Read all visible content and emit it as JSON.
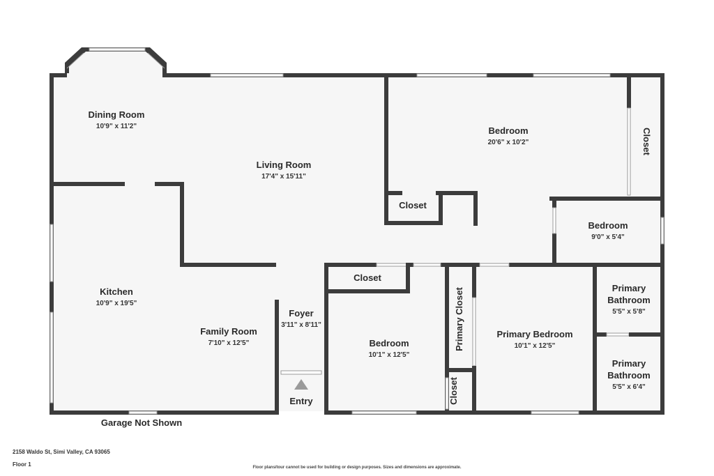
{
  "rooms": {
    "dining": {
      "name": "Dining Room",
      "dims": "10'9\" x 11'2\""
    },
    "living": {
      "name": "Living Room",
      "dims": "17'4\" x 15'11\""
    },
    "bedroom_top": {
      "name": "Bedroom",
      "dims": "20'6\" x 10'2\""
    },
    "closet_right": {
      "name": "Closet"
    },
    "closet_small": {
      "name": "Closet"
    },
    "bedroom_small": {
      "name": "Bedroom",
      "dims": "9'0\" x 5'4\""
    },
    "kitchen": {
      "name": "Kitchen",
      "dims": "10'9\" x 19'5\""
    },
    "family": {
      "name": "Family Room",
      "dims": "7'10\" x 12'5\""
    },
    "foyer": {
      "name": "Foyer",
      "dims": "3'11\" x 8'11\""
    },
    "closet_mid": {
      "name": "Closet"
    },
    "bedroom_mid": {
      "name": "Bedroom",
      "dims": "10'1\" x 12'5\""
    },
    "primary_closet": {
      "name": "Primary Closet"
    },
    "closet_bottom": {
      "name": "Closet"
    },
    "primary_bedroom": {
      "name": "Primary Bedroom",
      "dims": "10'1\" x 12'5\""
    },
    "primary_bath_1": {
      "name_line1": "Primary",
      "name_line2": "Bathroom",
      "dims": "5'5\" x 5'8\""
    },
    "primary_bath_2": {
      "name_line1": "Primary",
      "name_line2": "Bathroom",
      "dims": "5'5\" x 6'4\""
    }
  },
  "labels": {
    "entry": "Entry",
    "garage": "Garage Not Shown"
  },
  "footer": {
    "address": "2158 Waldo St, Simi Valley, CA 93065",
    "floor": "Floor 1",
    "disclaimer": "Floor plans/tour cannot be used for building or design purposes. Sizes and dimensions are approximate."
  },
  "colors": {
    "wall": "#3c3c3c",
    "floor": "#f6f6f6",
    "window": "#9a9a9a"
  }
}
